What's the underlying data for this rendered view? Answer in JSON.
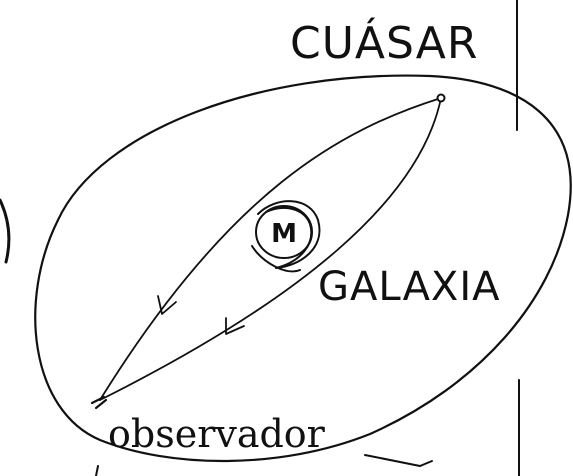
{
  "labels": {
    "quasar": "CUÁSAR",
    "galaxy": "GALAXIA",
    "observer": "observador",
    "mass": "M"
  },
  "colors": {
    "ink": "#111111",
    "background": "#ffffff"
  }
}
